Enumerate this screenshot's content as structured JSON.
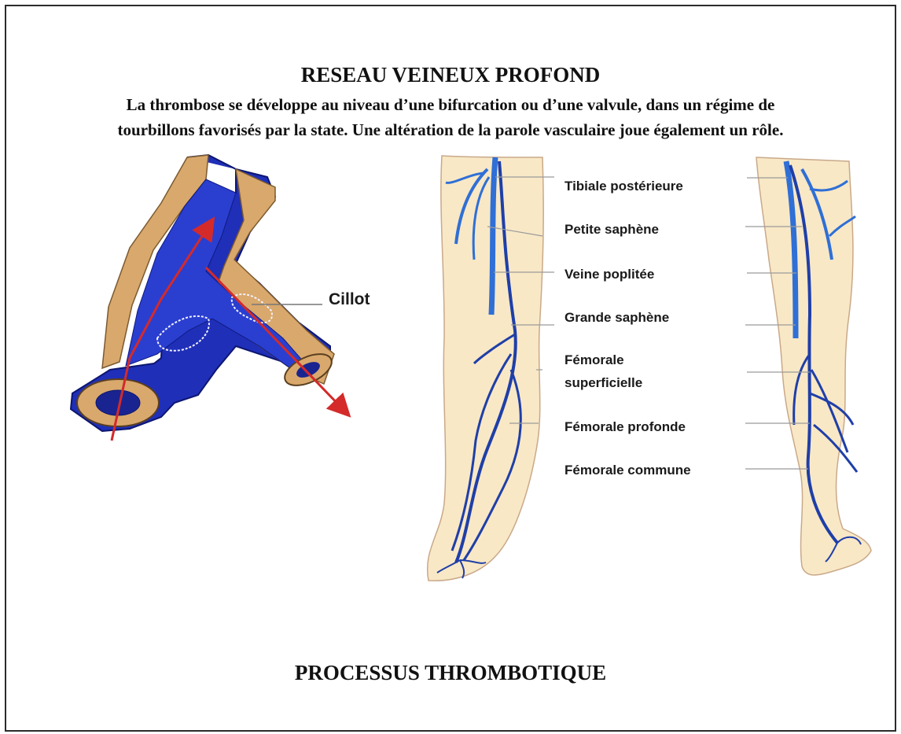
{
  "header": {
    "title": "RESEAU VEINEUX PROFOND",
    "subtitle_line1": "La thrombose se développe au niveau d’une bifurcation ou d’une valvule, dans un régime de",
    "subtitle_line2": "tourbillons favorisés par la state. Une altération de la parole vasculaire joue également un rôle."
  },
  "vessel_diagram": {
    "clot_label": "Cillot"
  },
  "leg_diagram": {
    "labels": [
      "Tibiale postérieure",
      "Petite saphène",
      "Veine poplitée",
      "Grande saphène",
      "Fémorale",
      "superficielle",
      "Fémorale profonde",
      "Fémorale commune"
    ]
  },
  "footer": {
    "title": "PROCESSUS THROMBOTIQUE"
  },
  "colors": {
    "vein_dark": "#1f2fb8",
    "vein_light": "#2f6fd6",
    "skin": "#f8e8c6",
    "wall": "#d9a86c",
    "arrow": "#d42a2a"
  }
}
